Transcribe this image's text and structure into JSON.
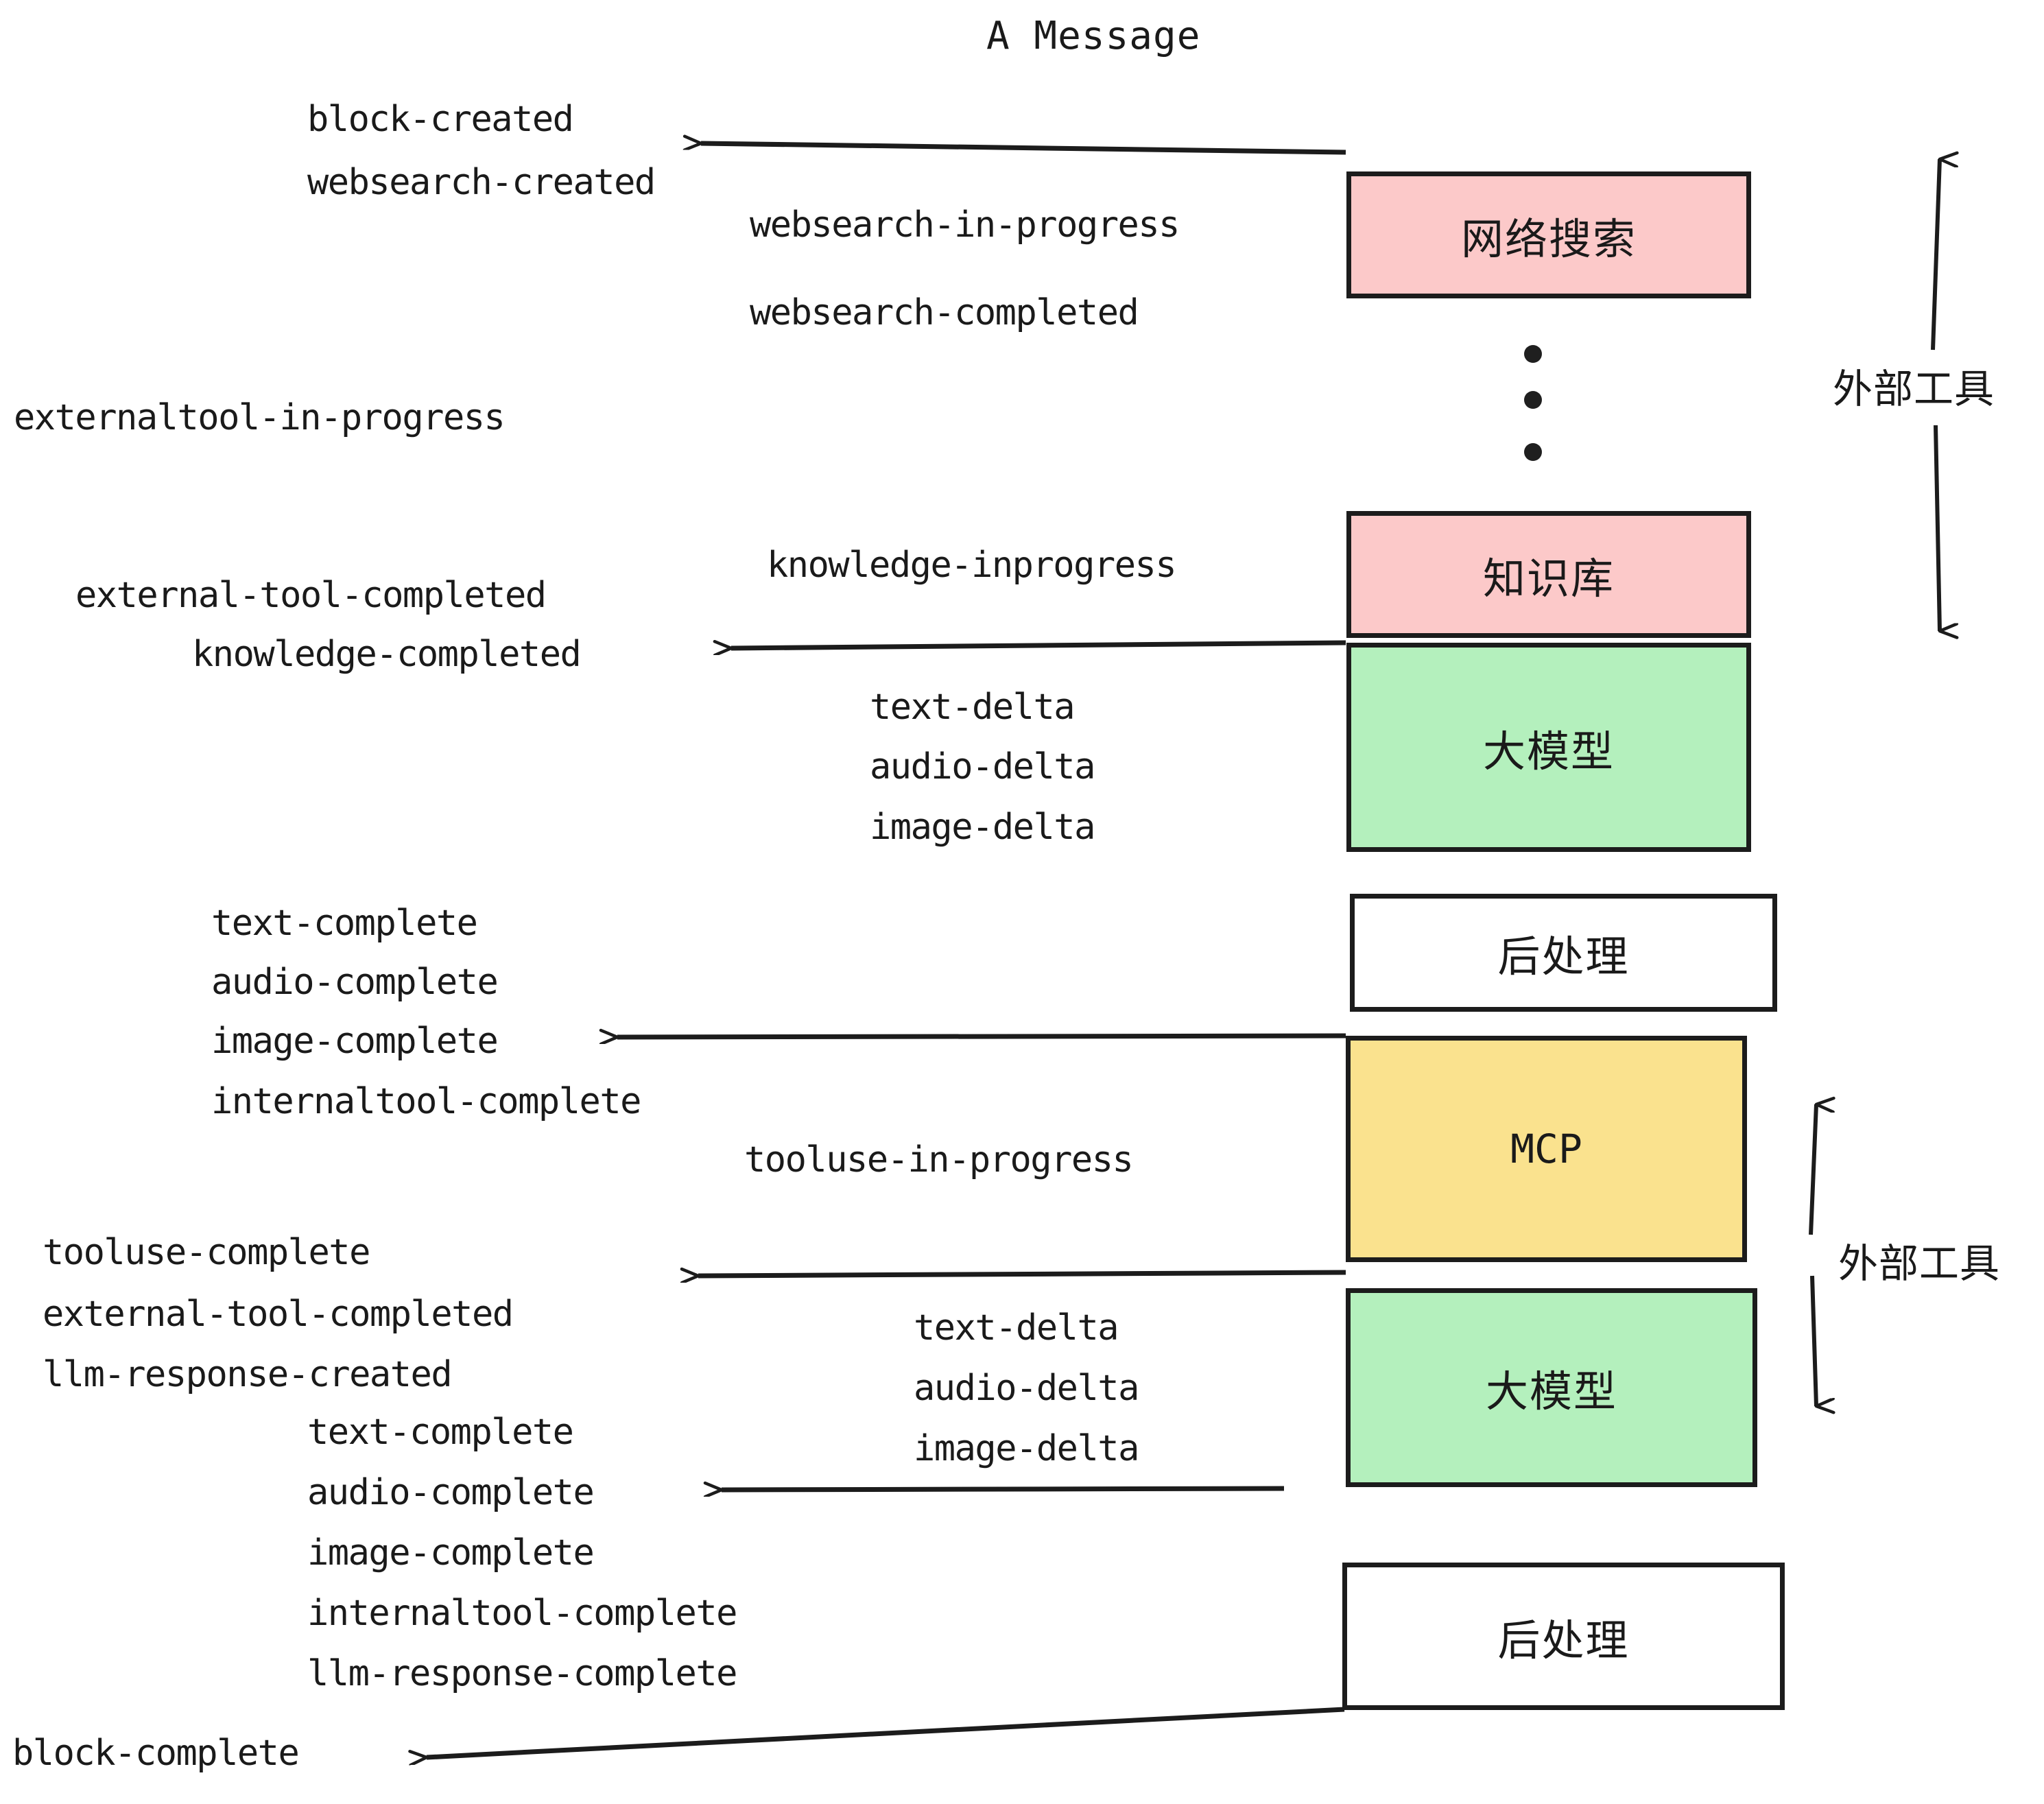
{
  "title": "A Message",
  "colors": {
    "pink": "#fcc9c9",
    "green": "#b4f0bd",
    "yellow": "#fae28e",
    "white": "#ffffff",
    "stroke": "#1c1c1c",
    "text": "#1a1a1a",
    "background": "#ffffff"
  },
  "nodes": [
    {
      "id": "websearch",
      "label": "网络搜索",
      "fill": "pink"
    },
    {
      "id": "knowledge",
      "label": "知识库",
      "fill": "pink"
    },
    {
      "id": "llm-top",
      "label": "大模型",
      "fill": "green"
    },
    {
      "id": "postprocess-top",
      "label": "后处理",
      "fill": "white"
    },
    {
      "id": "mcp",
      "label": "MCP",
      "fill": "yellow"
    },
    {
      "id": "llm-bottom",
      "label": "大模型",
      "fill": "green"
    },
    {
      "id": "postprocess-bottom",
      "label": "后处理",
      "fill": "white"
    }
  ],
  "side_labels": [
    {
      "id": "external-tool-top",
      "label": "外部工具"
    },
    {
      "id": "external-tool-bottom",
      "label": "外部工具"
    }
  ],
  "events": [
    {
      "id": "block-created",
      "label": "block-created"
    },
    {
      "id": "websearch-created",
      "label": "websearch-created"
    },
    {
      "id": "websearch-in-progress",
      "label": "websearch-in-progress"
    },
    {
      "id": "websearch-completed",
      "label": "websearch-completed"
    },
    {
      "id": "externaltool-in-progress",
      "label": "externaltool-in-progress"
    },
    {
      "id": "knowledge-inprogress",
      "label": "knowledge-inprogress"
    },
    {
      "id": "external-tool-completed-1",
      "label": "external-tool-completed"
    },
    {
      "id": "knowledge-completed",
      "label": "knowledge-completed"
    },
    {
      "id": "text-delta-1",
      "label": "text-delta"
    },
    {
      "id": "audio-delta-1",
      "label": "audio-delta"
    },
    {
      "id": "image-delta-1",
      "label": "image-delta"
    },
    {
      "id": "text-complete-1",
      "label": "text-complete"
    },
    {
      "id": "audio-complete-1",
      "label": "audio-complete"
    },
    {
      "id": "image-complete-1",
      "label": "image-complete"
    },
    {
      "id": "internaltool-complete-1",
      "label": "internaltool-complete"
    },
    {
      "id": "tooluse-in-progress",
      "label": "tooluse-in-progress"
    },
    {
      "id": "tooluse-complete",
      "label": "tooluse-complete"
    },
    {
      "id": "external-tool-completed-2",
      "label": "external-tool-completed"
    },
    {
      "id": "llm-response-created",
      "label": "llm-response-created"
    },
    {
      "id": "text-delta-2",
      "label": "text-delta"
    },
    {
      "id": "audio-delta-2",
      "label": "audio-delta"
    },
    {
      "id": "image-delta-2",
      "label": "image-delta"
    },
    {
      "id": "text-complete-2",
      "label": "text-complete"
    },
    {
      "id": "audio-complete-2",
      "label": "audio-complete"
    },
    {
      "id": "image-complete-2",
      "label": "image-complete"
    },
    {
      "id": "internaltool-complete-2",
      "label": "internaltool-complete"
    },
    {
      "id": "llm-response-complete",
      "label": "llm-response-complete"
    },
    {
      "id": "block-complete",
      "label": "block-complete"
    }
  ]
}
